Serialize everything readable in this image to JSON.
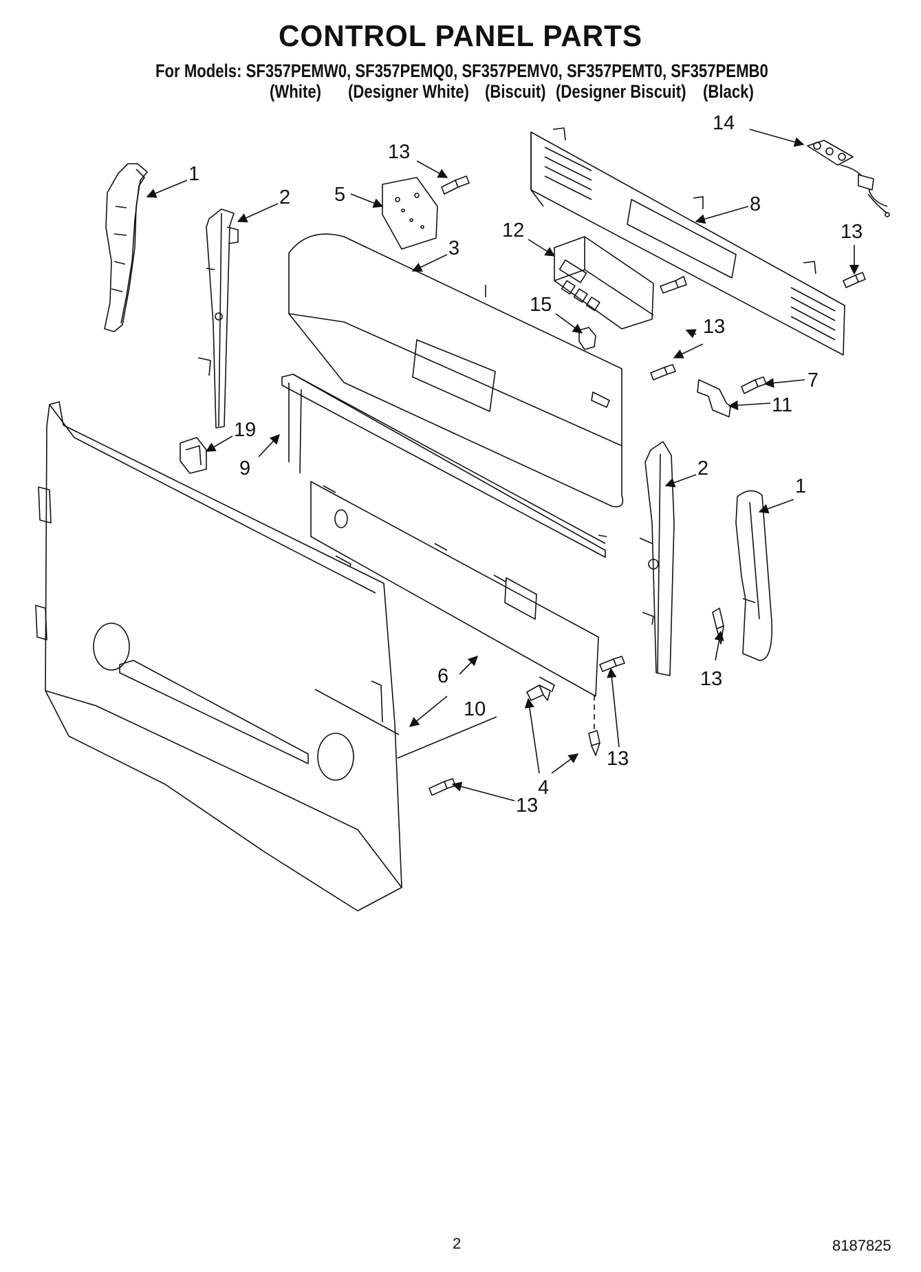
{
  "header": {
    "title": "CONTROL PANEL PARTS",
    "models": "For Models: SF357PEMW0, SF357PEMQ0, SF357PEMV0, SF357PEMT0, SF357PEMB0",
    "colors": [
      "(White)",
      "(Designer White)",
      "(Biscuit)",
      "(Designer Biscuit)",
      "(Black)"
    ]
  },
  "callouts": [
    "1",
    "2",
    "13",
    "5",
    "3",
    "12",
    "14",
    "8",
    "13",
    "15",
    "13",
    "7",
    "11",
    "19",
    "9",
    "2",
    "1",
    "6",
    "13",
    "10",
    "4",
    "13",
    "13"
  ],
  "footer": {
    "page": "2",
    "code": "8187825"
  }
}
